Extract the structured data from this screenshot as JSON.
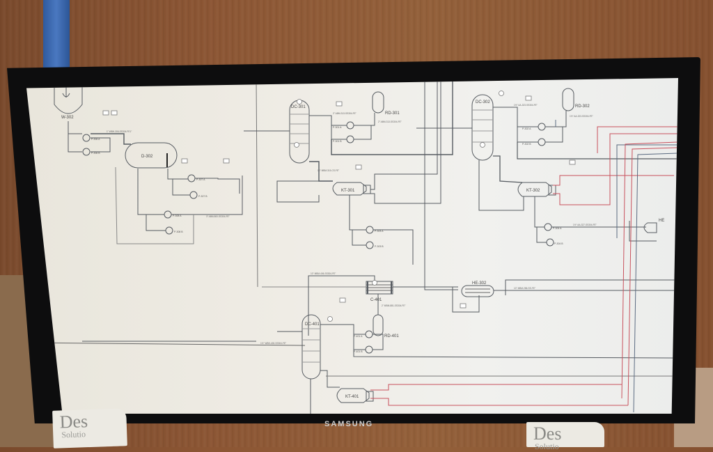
{
  "scene": {
    "description": "Photo of a monitor displaying a process P&ID",
    "monitor_brand": "SAMSUNG",
    "sticky_notes": [
      {
        "big": "Des",
        "small": "Solutio"
      },
      {
        "big": "Des",
        "small": "Solutio"
      }
    ]
  },
  "diagram": {
    "line_colors": {
      "process": "#555a60",
      "instrument": "#8a8e94",
      "utility": "#c8505c",
      "utility_blue": "#5a6a80"
    },
    "equipment": [
      {
        "tag": "W-302",
        "type": "agitated-vessel"
      },
      {
        "tag": "D-302",
        "type": "horizontal-drum"
      },
      {
        "tag": "DC-301",
        "type": "distillation-column"
      },
      {
        "tag": "RD-301",
        "type": "reflux-drum"
      },
      {
        "tag": "KT-301",
        "type": "kettle-reboiler"
      },
      {
        "tag": "DC-302",
        "type": "distillation-column"
      },
      {
        "tag": "RD-302",
        "type": "reflux-drum"
      },
      {
        "tag": "KT-302",
        "type": "kettle-reboiler"
      },
      {
        "tag": "HE-302",
        "type": "heat-exchanger"
      },
      {
        "tag": "C-401",
        "type": "condenser"
      },
      {
        "tag": "DC-401",
        "type": "distillation-column"
      },
      {
        "tag": "RD-401",
        "type": "reflux-drum"
      },
      {
        "tag": "KT-401",
        "type": "kettle-reboiler"
      },
      {
        "tag": "HE",
        "type": "heat-exchanger"
      }
    ],
    "pumps": [
      {
        "tag": "P-306 A"
      },
      {
        "tag": "P-306 B"
      },
      {
        "tag": "P-307 A"
      },
      {
        "tag": "P-307 B"
      },
      {
        "tag": "P-308 A"
      },
      {
        "tag": "P-308 B"
      },
      {
        "tag": "P-301 A"
      },
      {
        "tag": "P-301 B"
      },
      {
        "tag": "P-303 A"
      },
      {
        "tag": "P-303 B"
      },
      {
        "tag": "P-302 A"
      },
      {
        "tag": "P-302 B"
      },
      {
        "tag": "P-304 A"
      },
      {
        "tag": "P-304 B"
      },
      {
        "tag": "P-401 A"
      },
      {
        "tag": "P-401 B"
      }
    ],
    "line_labels": [
      "1\" WBH-306-SS304-FE1\"",
      "2\" ABM-313-SS304-FE\"",
      "2\" ABM-313-SS304-FE\"",
      "1½\" AA-323-SS304-FE\"",
      "1½\" AA-323-SS304-FE\"",
      "1½\" AA-327-SS304-FE\"",
      "10\" MBM-315-CS-FE\"",
      "3\" ABM-800-SS304-FE\"",
      "10\" MBM-286-SS-FE\"",
      "2\" MBM-881-SS304-FE\"",
      "1½\" WBH-400-SS304-FE\"",
      "10\" MBM-406-SS304-FE\""
    ]
  }
}
